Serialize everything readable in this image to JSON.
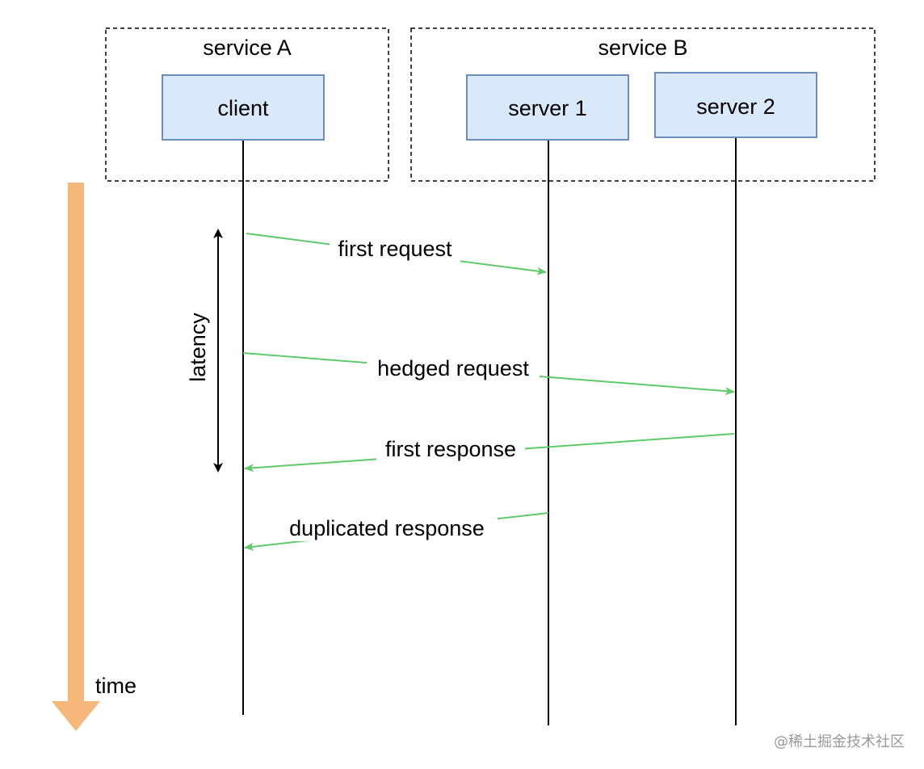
{
  "groups": {
    "service_a": "service A",
    "service_b": "service B"
  },
  "nodes": {
    "client": "client",
    "server1": "server 1",
    "server2": "server 2"
  },
  "messages": {
    "first_request": "first request",
    "hedged_request": "hedged request",
    "first_response": "first response",
    "duplicated_response": "duplicated response"
  },
  "latency_label": "latency",
  "time_label": "time",
  "watermark": "@稀土掘金技术社区",
  "colors": {
    "node_fill": "#dae8fc",
    "node_stroke": "#6c8ebf",
    "message": "#5fca6a",
    "time_arrow": "#f5b87a",
    "lifeline": "#000000"
  }
}
